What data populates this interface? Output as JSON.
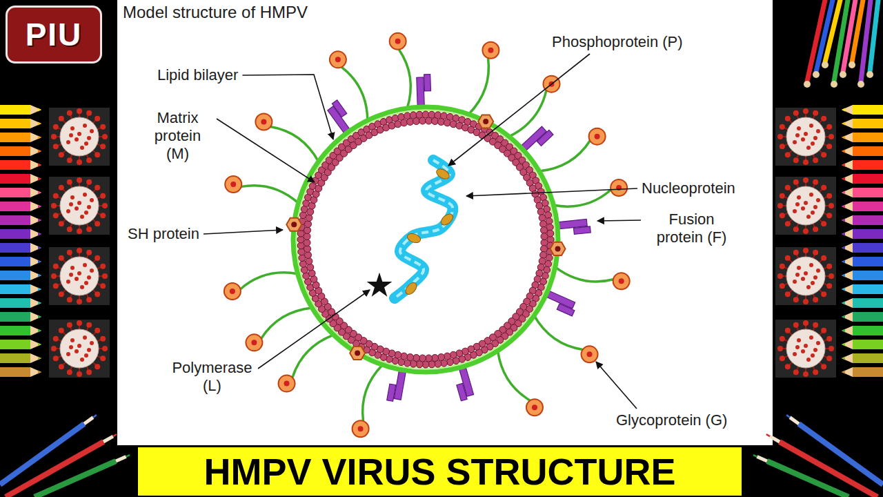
{
  "diagram": {
    "title": "Model structure of HMPV",
    "caption": "HMPV VIRUS STRUCTURE",
    "labels": [
      "PIU",
      "Lipid bilayer",
      "Matrix protein (M)",
      "SH protein",
      "Polymerase (L)",
      "Phosphoprotein (P)",
      "Nucleoprotein",
      "Fusion protein (F)",
      "Glycoprotein (G)"
    ]
  }
}
